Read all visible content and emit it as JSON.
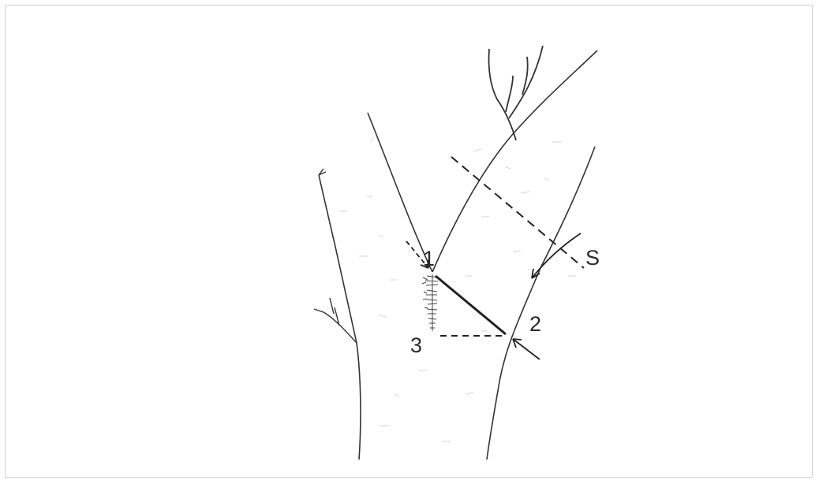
{
  "labels": {
    "point_1": "1",
    "point_2": "2",
    "point_3": "3",
    "saw_line": "S"
  },
  "colors": {
    "line": "#333333",
    "frame_border": "#cfcfcf",
    "background": "#ffffff"
  }
}
